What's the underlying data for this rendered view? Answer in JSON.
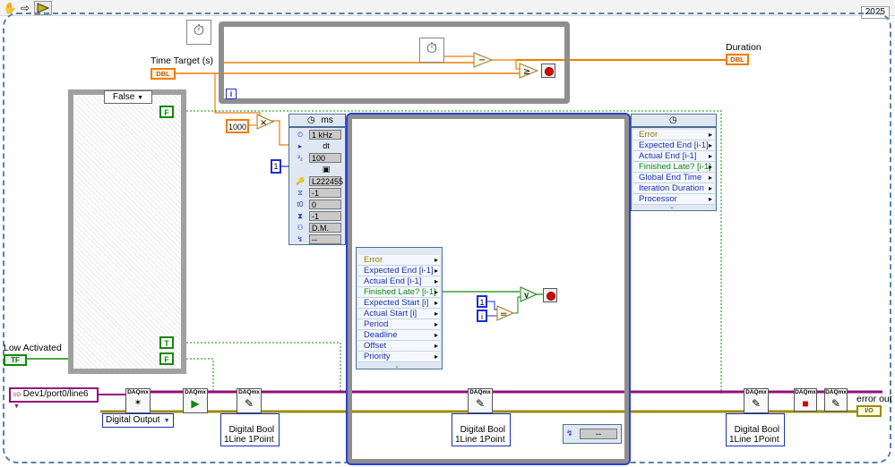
{
  "toolbar": {
    "hand_icon": "hand-icon",
    "arrow_icon": "arrow-right-icon",
    "run_icon": "labview-run-icon"
  },
  "version_badge": "2025",
  "controls": {
    "time_target_label": "Time Target (s)",
    "time_target_type": "DBL",
    "low_activated_label": "Low Activated",
    "low_activated_type": "TF",
    "channel_value": "Dev1/port0/line6",
    "channel_prefix": "I/O"
  },
  "indicators": {
    "duration_label": "Duration",
    "duration_type": "DBL",
    "error_out_label": "error out",
    "error_out_type": "I/O"
  },
  "case_structure": {
    "selector_value": "False",
    "bool_false": "F",
    "bool_true_out": "T",
    "bool_false_out": "F"
  },
  "top_loop": {
    "iteration_label": "i"
  },
  "constants": {
    "multiplier": "1000",
    "priority": "1",
    "compare_one": "1",
    "iteration_i": "i"
  },
  "timed_loop_config": {
    "unit": "ms",
    "rows": [
      {
        "icon": "clock-icon",
        "value": "1 kHz"
      },
      {
        "icon": "dt-icon",
        "value": "dt"
      },
      {
        "icon": "priority-icon",
        "value": "100"
      },
      {
        "icon": "processor-icon",
        "value": ""
      },
      {
        "icon": "name-icon",
        "value": "L222455"
      },
      {
        "icon": "offset-icon",
        "value": "-1"
      },
      {
        "icon": "t0-icon",
        "value": "0"
      },
      {
        "icon": "deadline-icon",
        "value": "-1"
      },
      {
        "icon": "mode-icon",
        "value": "D.M."
      },
      {
        "icon": "flag-icon",
        "value": "--"
      }
    ]
  },
  "inner_left_node": {
    "rows": [
      "Error",
      "Expected End [i-1]",
      "Actual End [i-1]",
      "Finished Late? [i-1]",
      "Expected Start [i]",
      "Actual Start [i]",
      "Period",
      "Deadline",
      "Offset",
      "Priority"
    ]
  },
  "right_node": {
    "rows": [
      "Error",
      "Expected End [i-1]",
      "Actual End [i-1]",
      "Finished Late? [i-1]",
      "Global End Time",
      "Iteration Duration",
      "Processor"
    ]
  },
  "daq": {
    "brand": "DAQmx",
    "create_task_mode": "Digital Output",
    "write_mode_1": "Digital Bool\n1Line 1Point",
    "write_mode_2": "Digital Bool\n1Line 1Point",
    "write_mode_3": "Digital Bool\n1Line 1Point",
    "inner_right_const": "--"
  },
  "functions": {
    "multiply": "×",
    "subtract": "−",
    "greater_equal": "≥",
    "or": "∨",
    "equal": "="
  },
  "colors": {
    "orange_wire": "#f07d00",
    "green_wire": "#13870b",
    "purple_wire": "#93107a",
    "blue_wire": "#1f2bd0",
    "yellow_wire": "#9a8c00",
    "frame_grey": "#8e8e8e"
  }
}
